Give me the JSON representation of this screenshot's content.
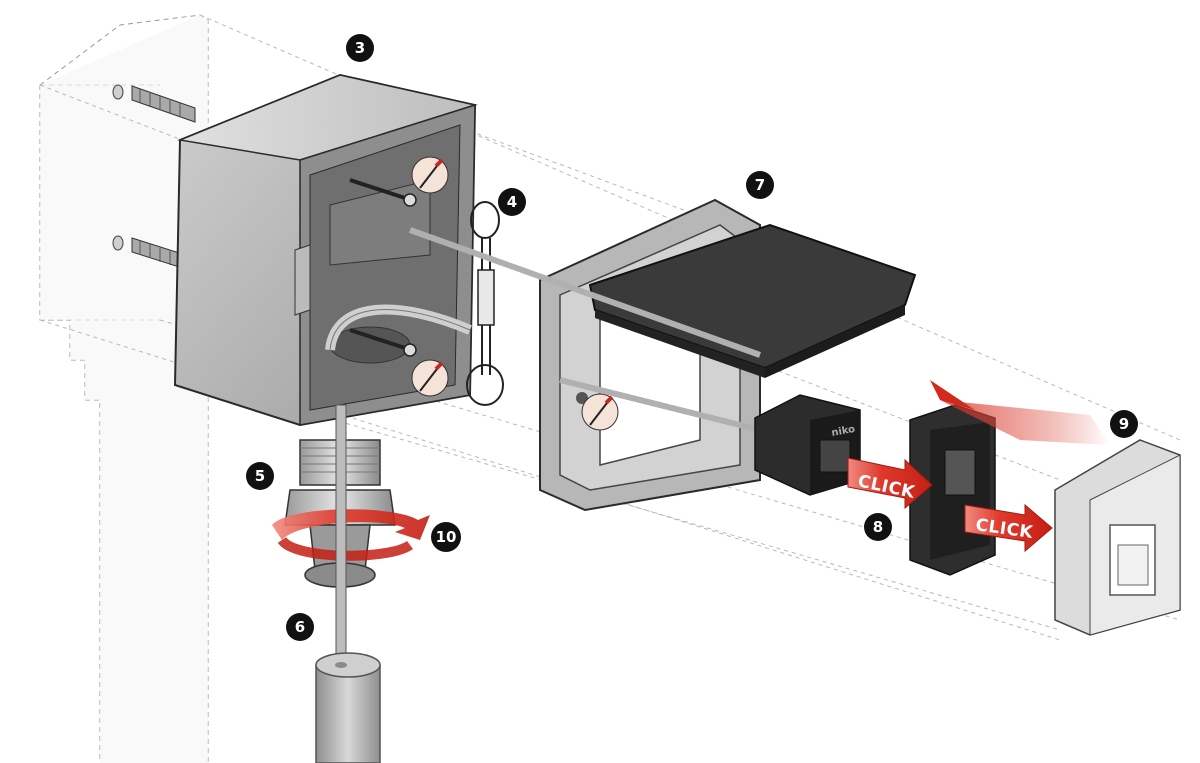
{
  "markers": [
    {
      "id": "3",
      "label": "3"
    },
    {
      "id": "4",
      "label": "4"
    },
    {
      "id": "5",
      "label": "5"
    },
    {
      "id": "6",
      "label": "6"
    },
    {
      "id": "7",
      "label": "7"
    },
    {
      "id": "8",
      "label": "8"
    },
    {
      "id": "9",
      "label": "9"
    },
    {
      "id": "10",
      "label": "10"
    }
  ],
  "arrows": [
    {
      "id": "connector-click",
      "text": "CLICK",
      "color": "#d42a1e"
    },
    {
      "id": "frame-click",
      "text": "CLICK",
      "color": "#d42a1e"
    }
  ],
  "brand_mark": "niko",
  "colors": {
    "arrow_red": "#d42a1e",
    "box_gray": "#b3b3b3",
    "cover_dark": "#3a3a3a",
    "marker_black": "#111111"
  }
}
